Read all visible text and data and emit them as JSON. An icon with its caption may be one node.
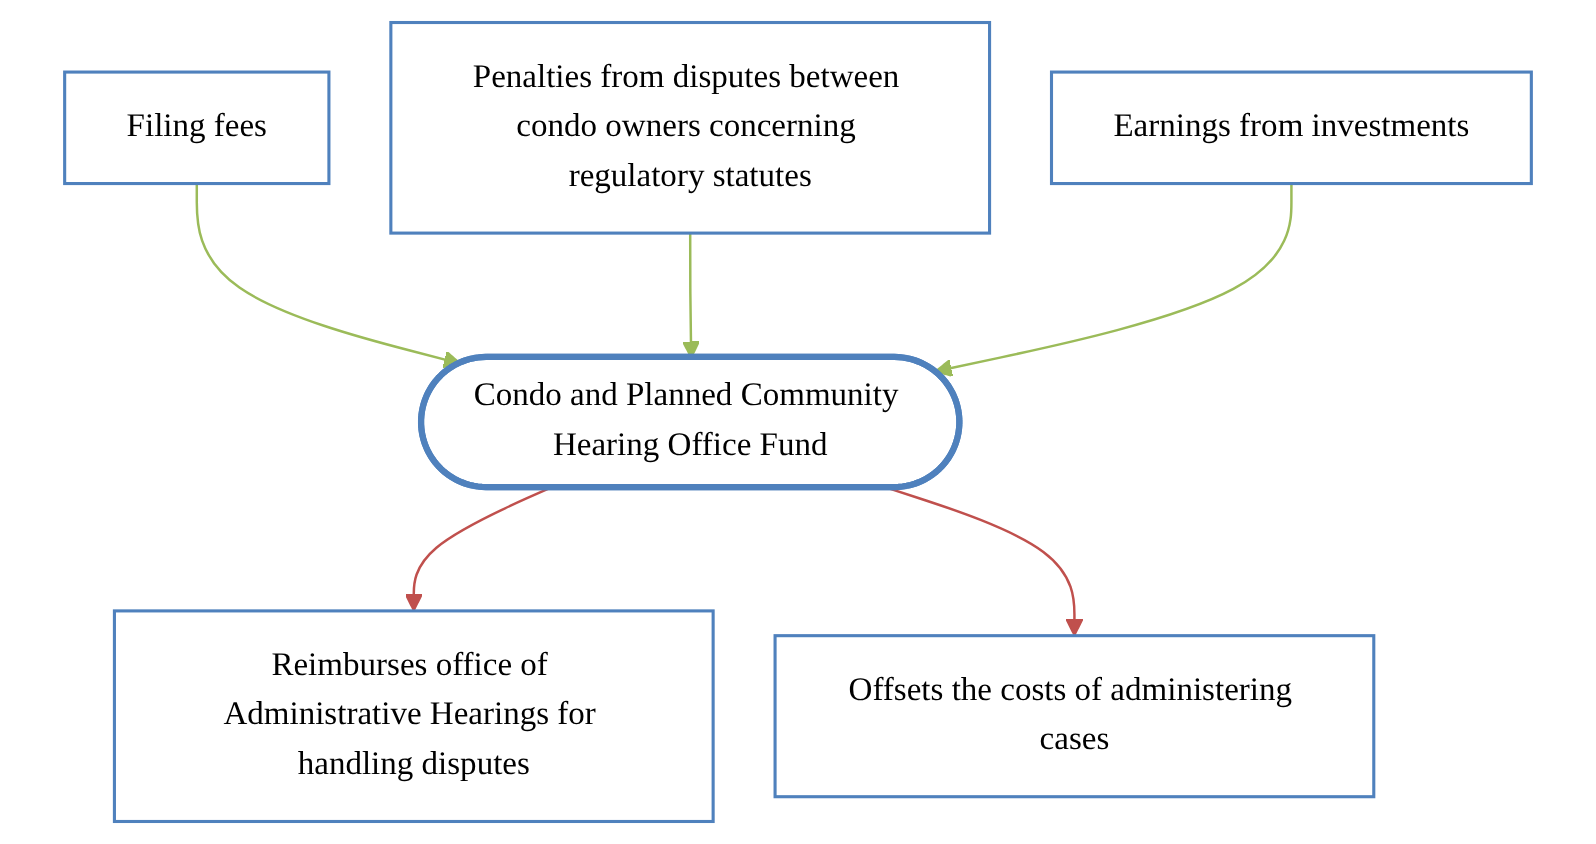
{
  "diagram": {
    "nodes": [
      {
        "text": [
          "Filing fees"
        ]
      },
      {
        "text": [
          "Penalties from disputes between condo owners concerning regulatory statutes"
        ]
      },
      {
        "text": [
          "Earnings from investments"
        ]
      },
      {
        "text": [
          "Condo and Planned Community Hearing Office Fund"
        ]
      },
      {
        "text": [
          "Reimburses office of Administrative Hearings for handling disputes"
        ]
      },
      {
        "text": [
          "Offsets the costs of administering cases"
        ]
      }
    ],
    "edges": [
      {
        "from": 0,
        "to": 3,
        "arrow": "to",
        "color": "#9bbb59"
      },
      {
        "from": 1,
        "to": 3,
        "arrow": "to",
        "color": "#9bbb59"
      },
      {
        "from": 2,
        "to": 3,
        "arrow": "to",
        "color": "#9bbb59"
      },
      {
        "from": 3,
        "to": 4,
        "arrow": "to",
        "color": "#c0504d"
      },
      {
        "from": 3,
        "to": 5,
        "arrow": "to",
        "color": "#c0504d"
      }
    ]
  }
}
